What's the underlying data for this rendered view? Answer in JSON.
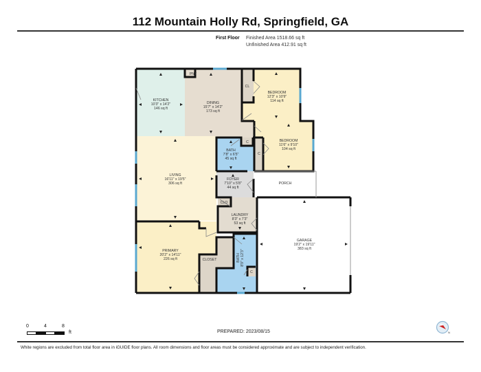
{
  "header": {
    "title": "112 Mountain Holly Rd, Springfield, GA",
    "floor_label": "First Floor",
    "finished_area": "Finished Area 1518.66 sq ft",
    "unfinished_area": "Unfinished Area 412.91 sq ft"
  },
  "colors": {
    "wall": "#111111",
    "kitchen": "#dff0ea",
    "dining": "#e6ddd0",
    "bedroom": "#fbefc6",
    "living": "#fcf3d7",
    "bath": "#a9d4f0",
    "foyer": "#dcdcdc",
    "laundry": "#e3dcd0",
    "closet": "#ddd5c8",
    "primary": "#fbefc6",
    "window": "#5aa8d0",
    "compass_red": "#cc2222"
  },
  "rooms": {
    "kitchen": {
      "name": "KITCHEN",
      "dims": "10'3\" x 14'2\"",
      "area": "146 sq ft"
    },
    "dining": {
      "name": "DINING",
      "dims": "15'7\" x 14'2\"",
      "area": "173 sq ft"
    },
    "bedroom1": {
      "name": "BEDROOM",
      "dims": "12'3\" x 10'9\"",
      "area": "114 sq ft"
    },
    "bedroom2": {
      "name": "BEDROOM",
      "dims": "11'6\" x 9'10\"",
      "area": "104 sq ft"
    },
    "bath1": {
      "name": "BATH",
      "dims": "7'8\" x 6'5\"",
      "area": "45 sq ft"
    },
    "living": {
      "name": "LIVING",
      "dims": "16'11\" x 19'5\"",
      "area": "306 sq ft"
    },
    "foyer": {
      "name": "FOYER",
      "dims": "7'10\" x 5'8\"",
      "area": "44 sq ft"
    },
    "porch": {
      "name": "PORCH"
    },
    "laundry": {
      "name": "LAUNDRY",
      "dims": "8'3\" x 7'3\"",
      "area": "53 sq ft"
    },
    "garage": {
      "name": "GARAGE",
      "dims": "19'2\" x 19'11\"",
      "area": "383 sq ft"
    },
    "primary": {
      "name": "PRIMARY",
      "dims": "20'2\" x 14'11\"",
      "area": "226 sq ft"
    },
    "closet": {
      "name": "CLOSET"
    },
    "bath2": {
      "name": "BATH",
      "dims": "8'9\" x 12'3\""
    },
    "pnt": {
      "name": "PNT"
    },
    "cl": {
      "name": "CL"
    },
    "c1": {
      "name": "C"
    },
    "c2": {
      "name": "C"
    },
    "c3": {
      "name": "C"
    },
    "clo": {
      "name": "CLO"
    }
  },
  "scale": {
    "ticks": [
      "0",
      "4",
      "8"
    ],
    "unit": "ft"
  },
  "footer": {
    "prepared": "PREPARED: 2023/08/15",
    "disclaimer": "White regions are excluded from total floor area in iGUIDE floor plans. All room dimensions and floor areas must be considered approximate and are subject to independent verification."
  }
}
